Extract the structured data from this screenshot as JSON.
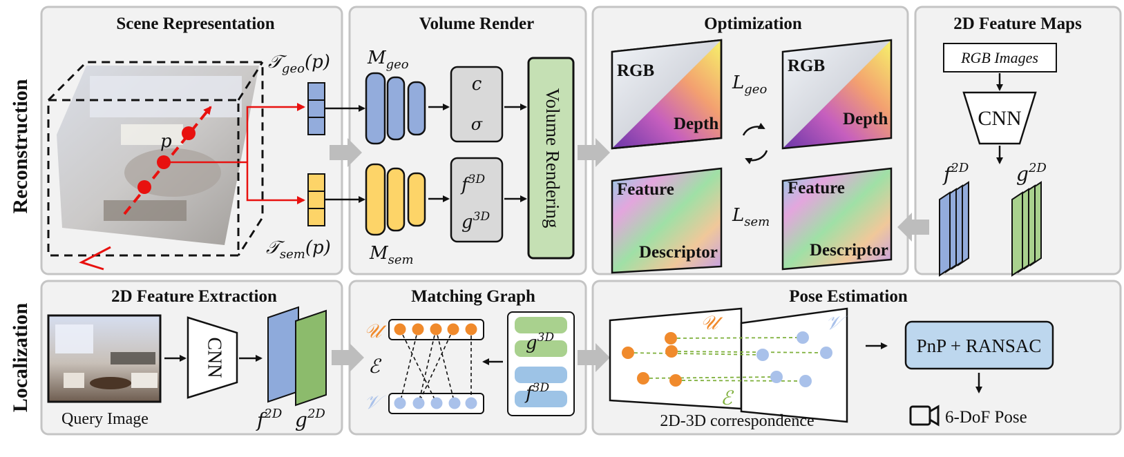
{
  "row_labels": {
    "top": "Reconstruction",
    "bottom": "Localization"
  },
  "panels": {
    "scene": {
      "title": "Scene Representation",
      "t_geo": "𝒯",
      "t_geo_sub": "geo",
      "t_geo_arg": "(p)",
      "t_sem": "𝒯",
      "t_sem_sub": "sem",
      "t_sem_arg": "(p)",
      "point": "p"
    },
    "volume": {
      "title": "Volume Render",
      "m_geo": "M",
      "m_geo_sub": "geo",
      "m_sem": "M",
      "m_sem_sub": "sem",
      "c": "c",
      "sigma": "σ",
      "f3d": "f",
      "f3d_sup": "3D",
      "g3d": "g",
      "g3d_sup": "3D",
      "render_box": "Volume Rendering"
    },
    "optimization": {
      "title": "Optimization",
      "rgb": "RGB",
      "depth": "Depth",
      "feature": "Feature",
      "descriptor": "Descriptor",
      "l_geo": "L",
      "l_geo_sub": "geo",
      "l_sem": "L",
      "l_sem_sub": "sem"
    },
    "feature_maps": {
      "title": "2D Feature Maps",
      "rgb_images": "RGB Images",
      "cnn": "CNN",
      "f2d": "f",
      "f2d_sup": "2D",
      "g2d": "g",
      "g2d_sup": "2D"
    },
    "extraction": {
      "title": "2D Feature Extraction",
      "query_caption": "Query Image",
      "cnn": "CNN",
      "f2d": "f",
      "f2d_sup": "2D",
      "g2d": "g",
      "g2d_sup": "2D"
    },
    "matching": {
      "title": "Matching Graph",
      "u": "𝒰",
      "e": "ℰ",
      "v": "𝒱",
      "g3d": "g",
      "g3d_sup": "3D",
      "f3d": "f",
      "f3d_sup": "3D"
    },
    "pose": {
      "title": "Pose Estimation",
      "u": "𝒰",
      "v": "𝒱",
      "e": "ℰ",
      "correspondence": "2D-3D correspondence",
      "pnp": "PnP + RANSAC",
      "output": "6-DoF Pose"
    }
  },
  "colors": {
    "blue_block": "#93acdc",
    "yellow_block": "#fdd468",
    "green_box": "#c5e0b4",
    "gray_box": "#d9d9d9",
    "red": "#e8110f",
    "orange_dot": "#f08a2c",
    "blue_dot": "#a9c1ea",
    "match_line": "#7fb03c",
    "panel_bg": "#f2f2f2"
  },
  "icons": [
    "camera-icon",
    "cycle-arrows-icon",
    "viewer-eye-icon"
  ]
}
